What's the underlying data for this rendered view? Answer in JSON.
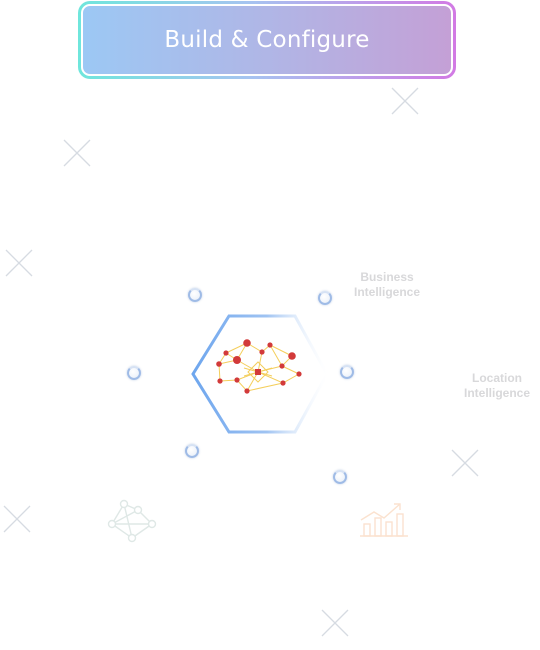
{
  "header": {
    "title": "Build & Configure"
  },
  "labels": {
    "business": [
      "Business",
      "Intelligence"
    ],
    "location": [
      "Location",
      "Intelligence"
    ]
  },
  "colors": {
    "frame_start": "#6fe6dc",
    "frame_end": "#d27ae4",
    "button_start": "#9cc8f4",
    "button_end": "#c4a0d6",
    "hexagon_stroke": "#7aaef0",
    "network_node": "#d23a3a",
    "network_link": "#f3c94a",
    "faint_label": "#d8d8da",
    "sparkle": "#d6dbe2"
  },
  "icons": {
    "center": "neural-network-icon",
    "bottom_left": "network-graph-icon",
    "bottom_right": "bar-chart-trend-icon",
    "decor": "sparkle-icon"
  }
}
